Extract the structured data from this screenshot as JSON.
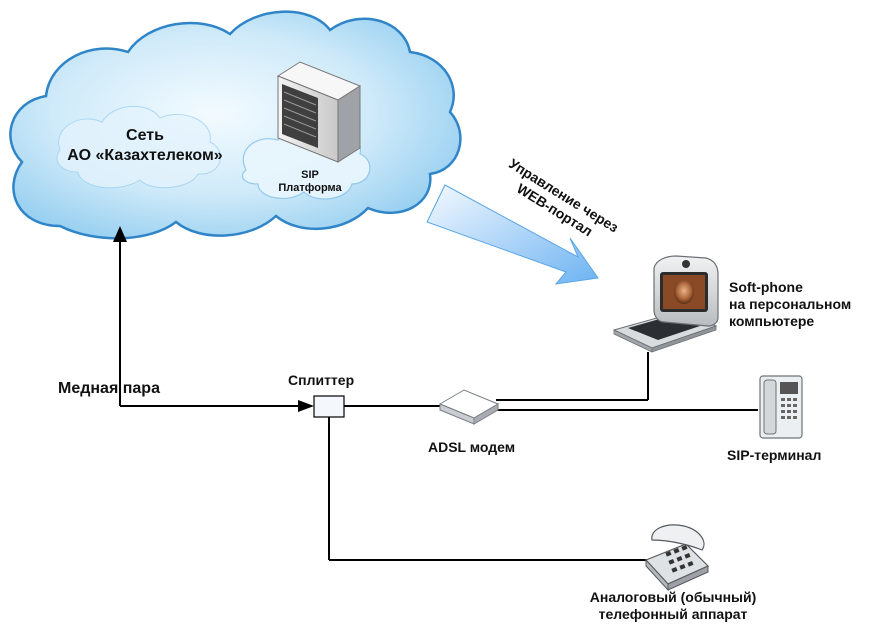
{
  "cloud": {
    "network_label_line1": "Сеть",
    "network_label_line2": "АО «Казахтелеком»",
    "platform_label_line1": "SIP",
    "platform_label_line2": "Платформа"
  },
  "web_portal": {
    "line1": "Управление через",
    "line2": "WEB-портал"
  },
  "copper_pair": "Медная пара",
  "splitter": "Сплиттер",
  "adsl_modem": "ADSL модем",
  "softphone": {
    "line1": "Soft-phone",
    "line2": "на персональном",
    "line3": "компьютере"
  },
  "sip_terminal": "SIP-терминал",
  "analog_phone": {
    "line1": "Аналоговый (обычный)",
    "line2": "телефонный аппарат"
  },
  "colors": {
    "cloud_fill": "#bfe3f7",
    "cloud_stroke": "#2f85c8",
    "lines": "#000000"
  }
}
